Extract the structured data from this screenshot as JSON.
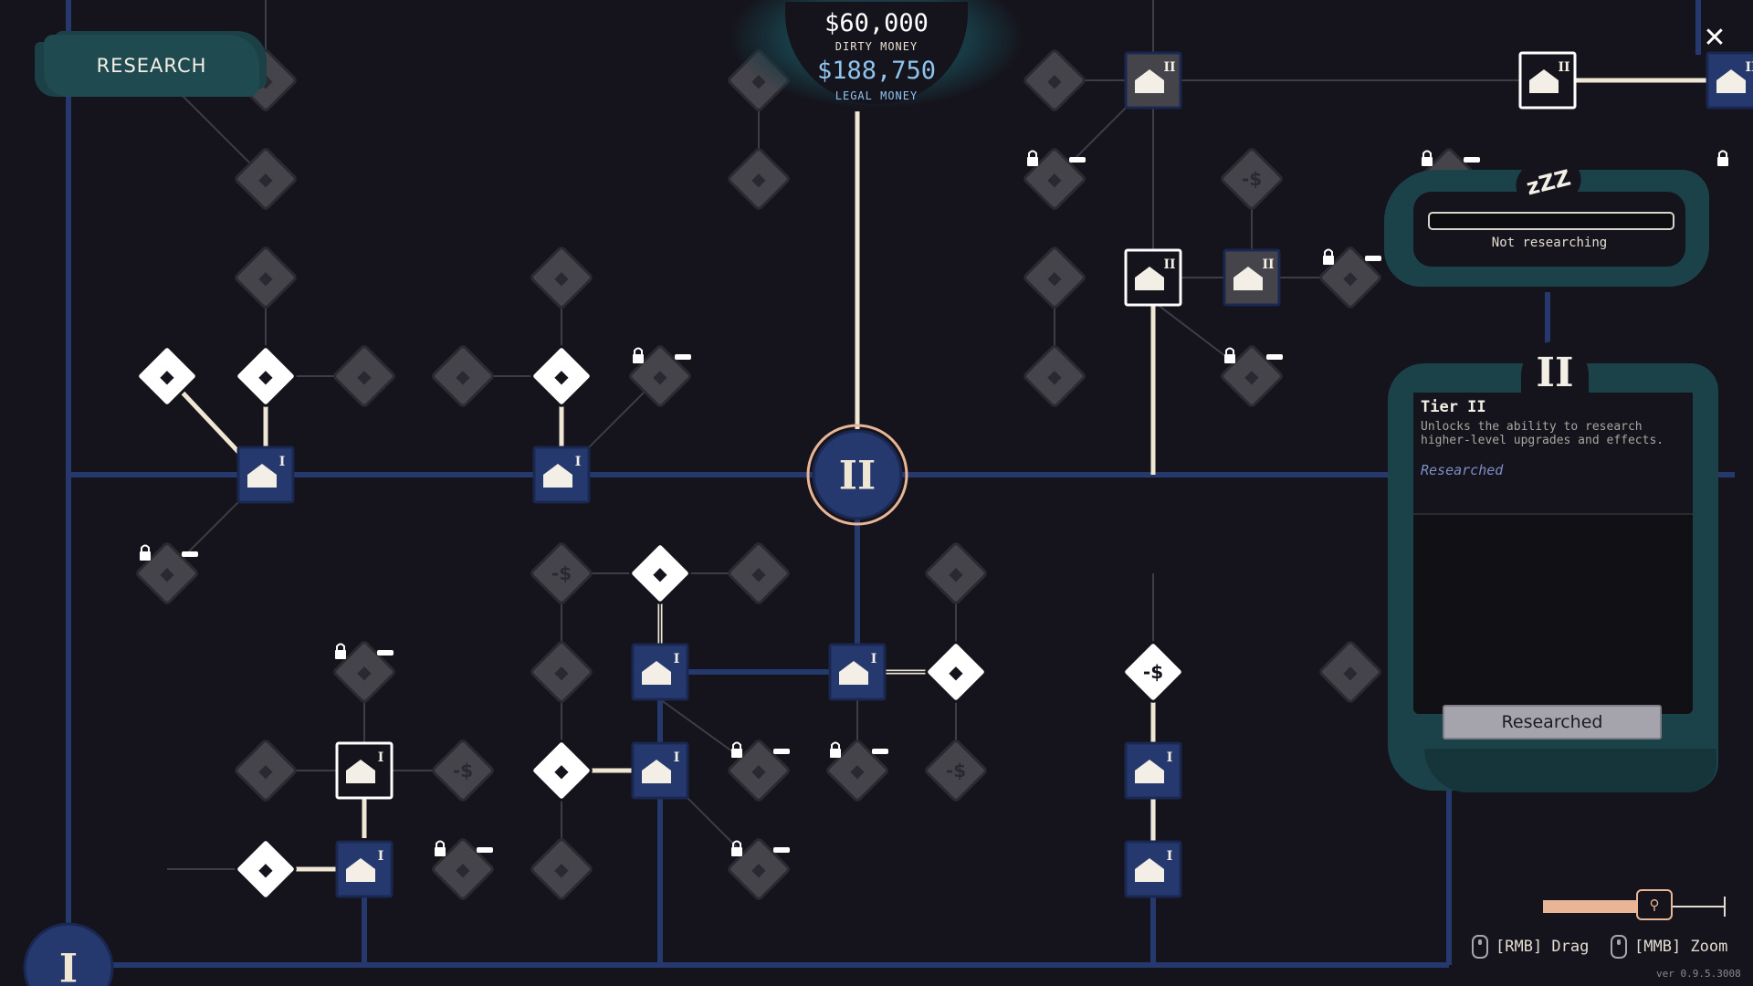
{
  "header": {
    "research_tab": "RESEARCH",
    "dirty_money_value": "$60,000",
    "dirty_money_label": "DIRTY MONEY",
    "legal_money_value": "$188,750",
    "legal_money_label": "LEGAL MONEY",
    "close_icon": "close-icon"
  },
  "status": {
    "sleep_icon_text": "zZZ",
    "progress_fraction": 0,
    "text": "Not researching"
  },
  "detail": {
    "tier_badge": "II",
    "title": "Tier II",
    "description": "Unlocks the ability to research higher-level upgrades and effects.",
    "status": "Researched",
    "button_label": "Researched"
  },
  "controls": {
    "zoom_fraction": 0.6,
    "zoom_icon": "magnifier-icon",
    "drag_hint": "[RMB] Drag",
    "zoom_hint": "[MMB] Zoom",
    "mouse_icon": "mouse-icon"
  },
  "version": "ver 0.9.5.3008",
  "colors": {
    "background": "#15131b",
    "panel_teal": "#1c4249",
    "tier_blue": "#26396e",
    "cream": "#efe6d4",
    "accent_peach": "#e8b596",
    "locked_grey": "#46444b",
    "legal_blue": "#8fc4ee"
  },
  "tree": {
    "tier_hubs": [
      {
        "label": "I",
        "state": "researched"
      },
      {
        "label": "II",
        "state": "selected"
      }
    ],
    "node_states": [
      "researched",
      "available",
      "locked"
    ],
    "node_icons": [
      "van-upgrade-icon",
      "lab-equipment-icon",
      "speed-gauge-icon",
      "money-plus-icon",
      "pills-icon",
      "timer-icon",
      "reduce-cost-icon",
      "scale-icon",
      "transfer-icon",
      "lab-building-icon",
      "warehouse-icon",
      "farm-icon",
      "field-icon",
      "product-icon",
      "padlock-icon",
      "vehicle-icon"
    ],
    "cost_glyph": "-$",
    "tier_marks": [
      "I",
      "II"
    ]
  }
}
